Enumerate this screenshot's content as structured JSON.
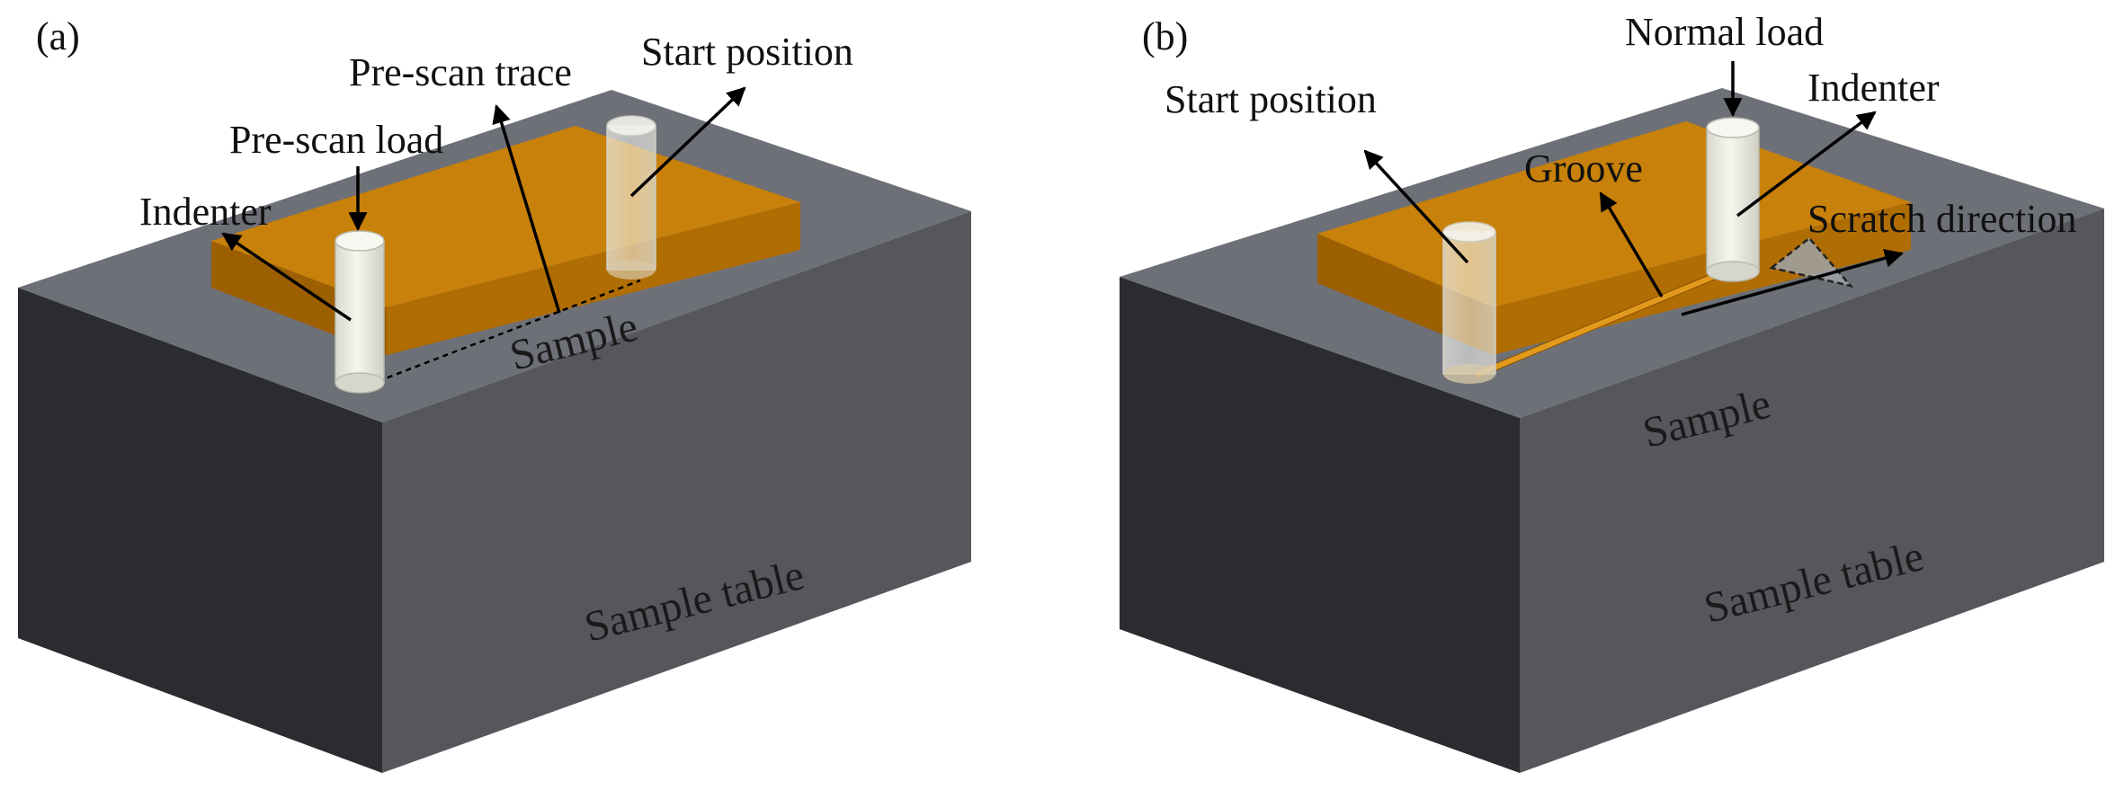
{
  "panels": [
    {
      "tag": "(a)",
      "labels": {
        "indenter": "Indenter",
        "prescan_load": "Pre-scan load",
        "prescan_trace": "Pre-scan trace",
        "start_position": "Start position",
        "sample": "Sample",
        "sample_table": "Sample table"
      }
    },
    {
      "tag": "(b)",
      "labels": {
        "start_position": "Start position",
        "normal_load": "Normal load",
        "indenter": "Indenter",
        "groove": "Groove",
        "scratch_direction": "Scratch direction",
        "sample": "Sample",
        "sample_table": "Sample table"
      }
    }
  ],
  "colors": {
    "table_top": "#6e7078",
    "table_left": "#2b2c30",
    "table_right": "#56575c",
    "sample_top": "#c8810a",
    "sample_left": "#9c5f02",
    "sample_right": "#b06d04",
    "indenter": "#ebebe2"
  }
}
